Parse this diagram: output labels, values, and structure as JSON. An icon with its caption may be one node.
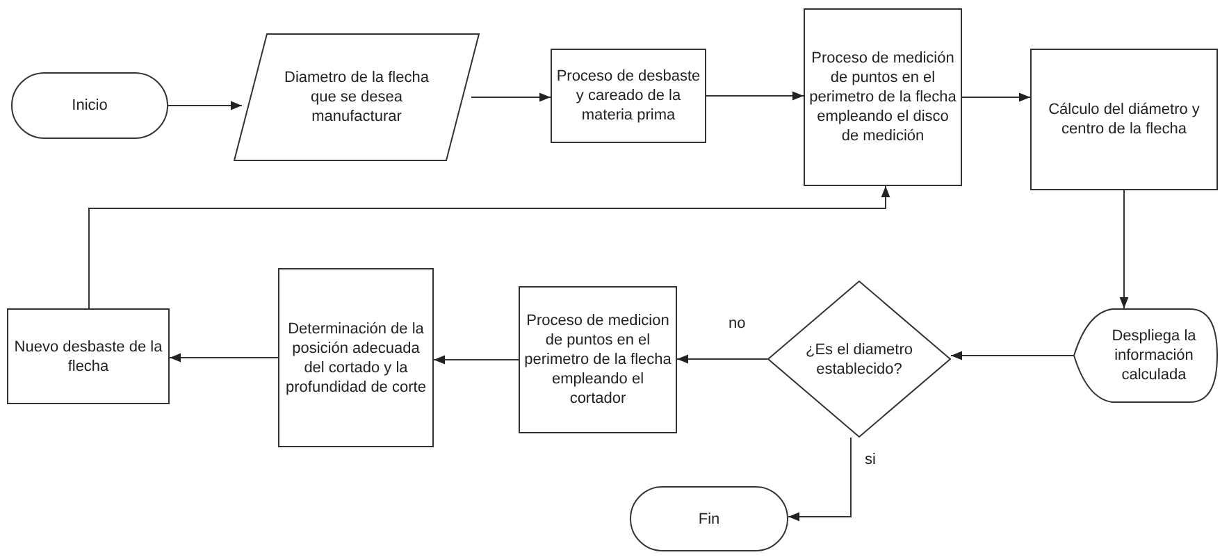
{
  "diagram": {
    "nodes": [
      {
        "text": [
          "Inicio"
        ]
      },
      {
        "text": [
          "Diametro de la flecha que se desea manufacturar"
        ]
      },
      {
        "text": [
          "Proceso de desbaste y careado de la materia prima"
        ]
      },
      {
        "text": [
          "Proceso de medición de puntos en el perimetro de la flecha empleando el disco de medición"
        ]
      },
      {
        "text": [
          "Cálculo del diámetro y centro de la flecha"
        ]
      },
      {
        "text": [
          "Despliega la información calculada"
        ]
      },
      {
        "text": [
          "¿Es el diametro establecido?"
        ]
      },
      {
        "text": [
          "Proceso de medicion de puntos en el perimetro de la flecha empleando el cortador"
        ]
      },
      {
        "text": [
          "Determinación de la posición adecuada del cortado y la profundidad de corte"
        ]
      },
      {
        "text": [
          "Nuevo desbaste de la flecha"
        ]
      },
      {
        "text": [
          "Fin"
        ]
      }
    ],
    "edges": [
      {
        "from": 0,
        "to": 1,
        "arrow": "to"
      },
      {
        "from": 1,
        "to": 2,
        "arrow": "to"
      },
      {
        "from": 2,
        "to": 3,
        "arrow": "to"
      },
      {
        "from": 3,
        "to": 4,
        "arrow": "to"
      },
      {
        "from": 4,
        "to": 5,
        "arrow": "to"
      },
      {
        "from": 5,
        "to": 6,
        "arrow": "to"
      },
      {
        "from": 6,
        "to": 7,
        "arrow": "to",
        "label": "no"
      },
      {
        "from": 7,
        "to": 8,
        "arrow": "to"
      },
      {
        "from": 8,
        "to": 9,
        "arrow": "to"
      },
      {
        "from": 9,
        "to": 3,
        "arrow": "to"
      },
      {
        "from": 6,
        "to": 10,
        "arrow": "to",
        "label": "si"
      }
    ]
  }
}
